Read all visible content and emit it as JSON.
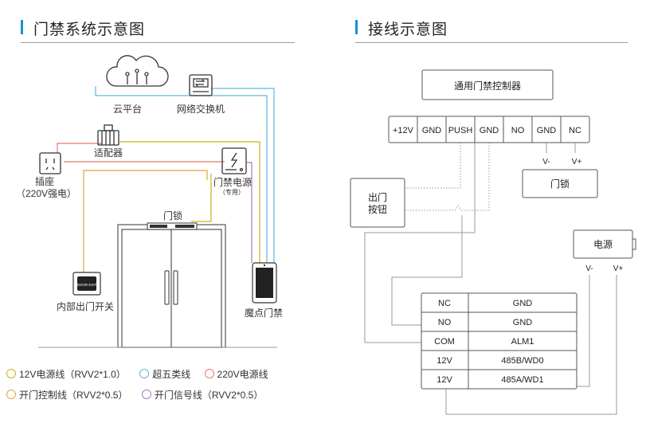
{
  "left_section": {
    "title": "门禁系统示意图",
    "labels": {
      "cloud": "云平台",
      "switch": "网络交换机",
      "adapter": "适配器",
      "socket_line1": "插座",
      "socket_line2": "（220V强电）",
      "power_line1": "门禁电源",
      "power_line2": "（专用）",
      "lock": "门锁",
      "exit_switch": "内部出门开关",
      "terminal": "魔点门禁",
      "exit_plate": "DOOR EXIT"
    }
  },
  "right_section": {
    "title": "接线示意图",
    "controller": "通用门禁控制器",
    "terminals": [
      "+12V",
      "GND",
      "PUSH",
      "GND",
      "NO",
      "GND",
      "NC"
    ],
    "lock_pins": [
      "V-",
      "V+"
    ],
    "lock": "门锁",
    "exit_button_line1": "出门",
    "exit_button_line2": "按钮",
    "power_supply": "电源",
    "power_pins": [
      "V-",
      "V+"
    ],
    "table_rows": [
      [
        "NC",
        "GND"
      ],
      [
        "NO",
        "GND"
      ],
      [
        "COM",
        "ALM1"
      ],
      [
        "12V",
        "485B/WD0"
      ],
      [
        "12V",
        "485A/WD1"
      ]
    ]
  },
  "legend": [
    {
      "label": "12V电源线（RVV2*1.0）",
      "color": "#c9b21a"
    },
    {
      "label": "超五类线",
      "color": "#5fb6e0"
    },
    {
      "label": "220V电源线",
      "color": "#e07a6a"
    },
    {
      "label": "开门控制线（RVV2*0.5）",
      "color": "#e0a437"
    },
    {
      "label": "开门信号线（RVV2*0.5）",
      "color": "#a679c6"
    }
  ],
  "colors": {
    "accent_bar": "#1a8fd8",
    "wire_12v": "#c9b21a",
    "wire_cat5": "#5fb6e0",
    "wire_220v": "#e07a6a",
    "wire_open_ctrl": "#e0a437",
    "wire_open_sig": "#a679c6"
  }
}
